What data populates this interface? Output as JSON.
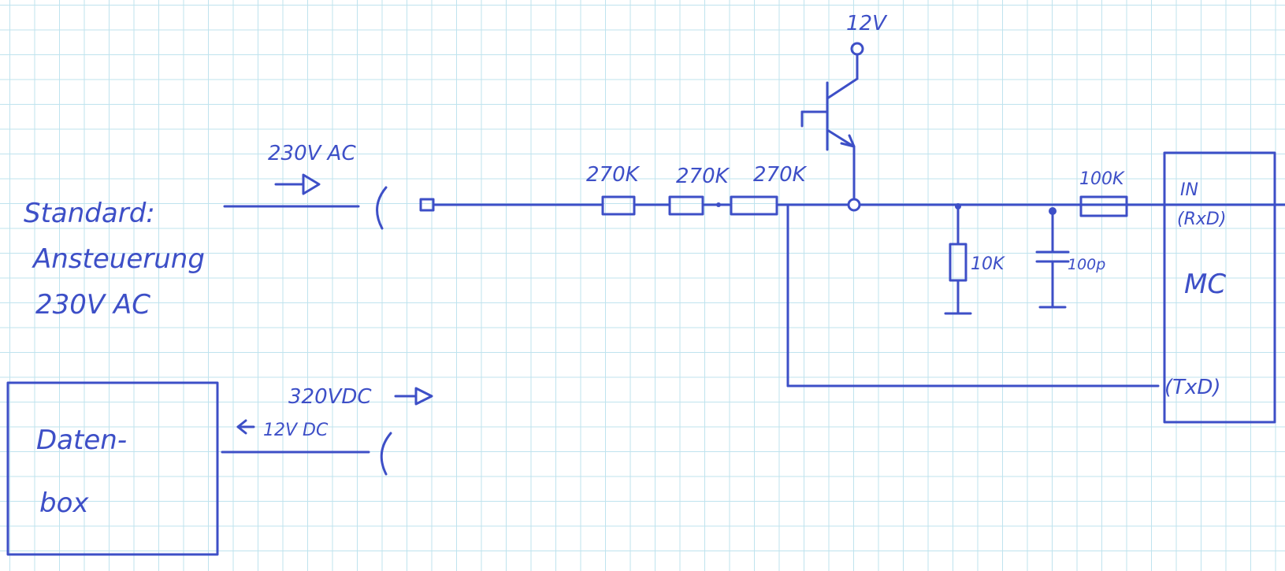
{
  "labels": {
    "v12_top": "12V",
    "ac_230": "230V AC",
    "standard_line1": "Standard:",
    "standard_line2": "Ansteuerung",
    "standard_line3": "230V AC",
    "r_270k_1": "270K",
    "r_270k_2": "270K",
    "r_270k_3": "270K",
    "r_100k": "100K",
    "r_10k": "10K",
    "c_100p": "100p",
    "pin_in": "IN",
    "pin_rxd": "(RxD)",
    "mc": "MC",
    "pin_txd": "(TxD)",
    "dc_320": "320VDC",
    "dc_12": "12V DC",
    "box_line1": "Daten-",
    "box_line2": "box"
  },
  "colors": {
    "ink": "#3d4fc7",
    "grid": "#bfe3ee",
    "paper": "#ffffff"
  }
}
